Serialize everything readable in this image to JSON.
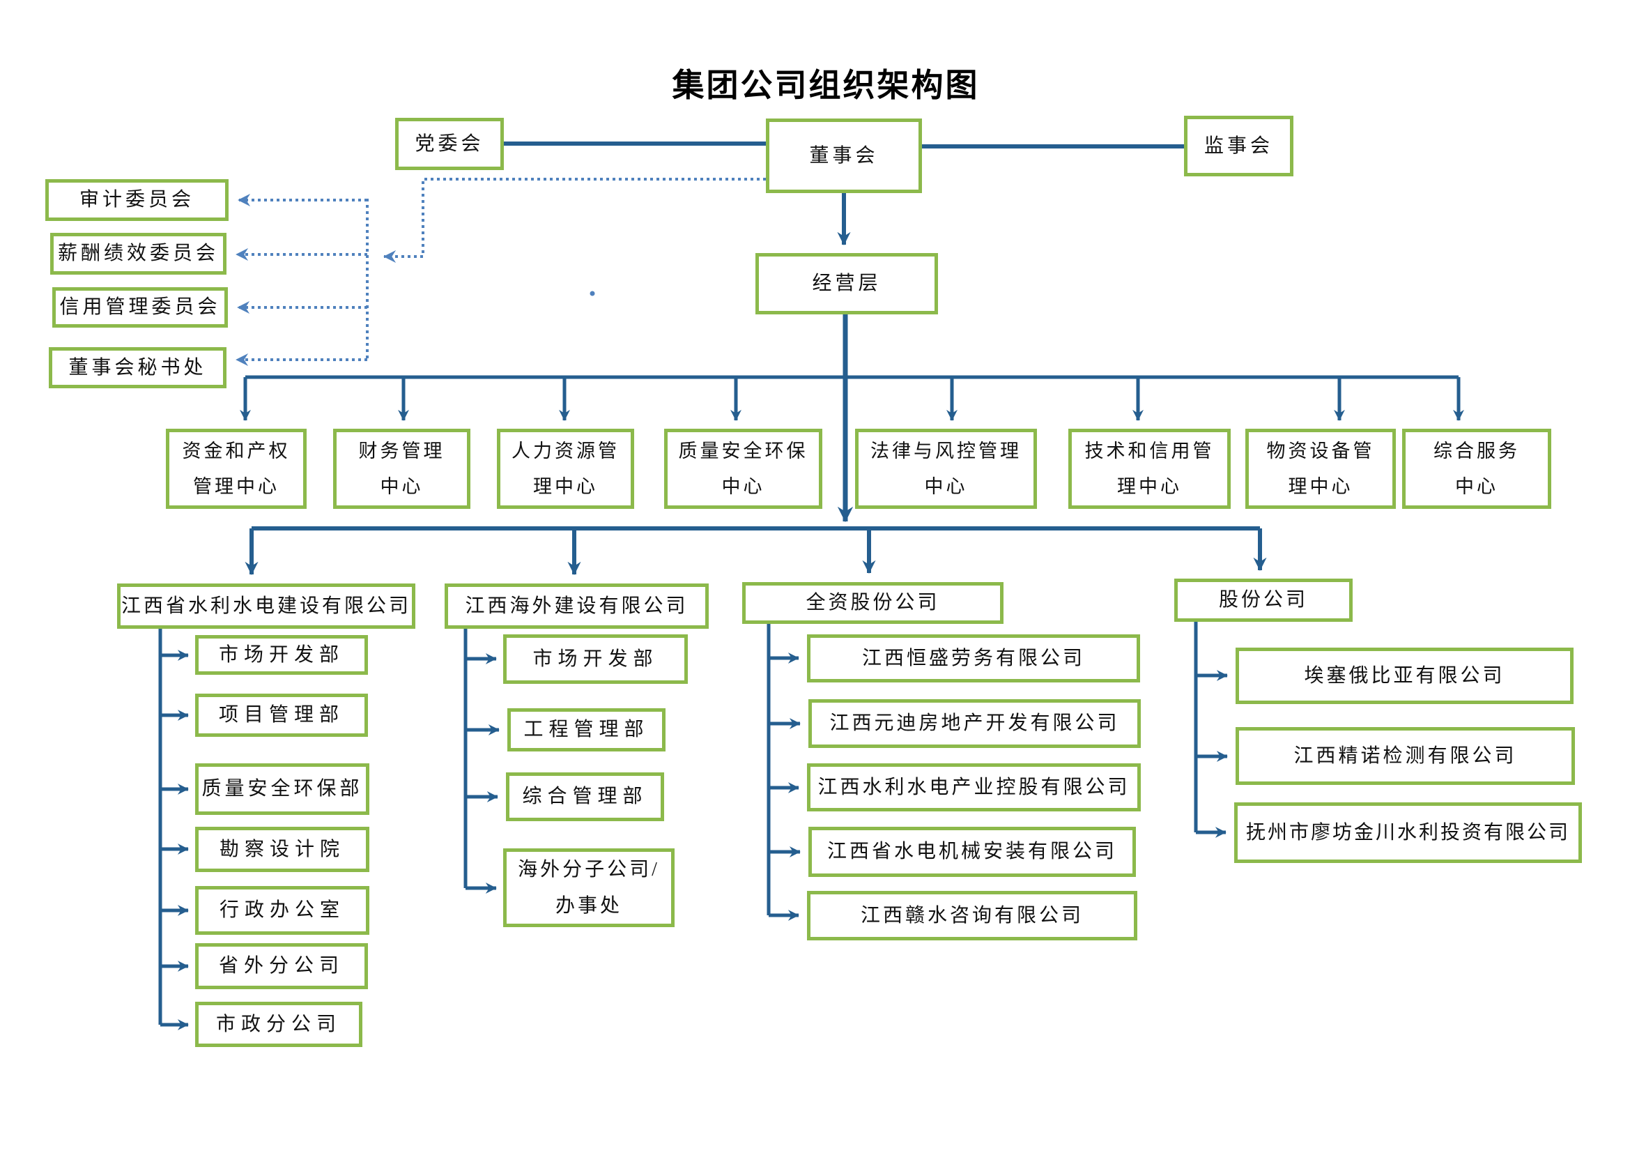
{
  "title": "集团公司组织架构图",
  "colors": {
    "box_border": "#8CB94B",
    "line_solid": "#255E8F",
    "line_dotted": "#4F81BD"
  },
  "top_nodes": {
    "party_committee": "党委会",
    "board": "董事会",
    "supervisory_board": "监事会",
    "management_level": "经营层"
  },
  "board_committees": [
    {
      "label": "审计委员会"
    },
    {
      "label": "薪酬绩效委员会"
    },
    {
      "label": "信用管理委员会"
    },
    {
      "label": "董事会秘书处"
    }
  ],
  "function_centers": [
    {
      "label": "资金和产权管理中心",
      "lines": [
        "资金和产权",
        "管理中心"
      ]
    },
    {
      "label": "财务管理中心",
      "lines": [
        "财务管理",
        "中心"
      ]
    },
    {
      "label": "人力资源管理中心",
      "lines": [
        "人力资源管",
        "理中心"
      ]
    },
    {
      "label": "质量安全环保中心",
      "lines": [
        "质量安全环保",
        "中心"
      ]
    },
    {
      "label": "法律与风控管理中心",
      "lines": [
        "法律与风控管理",
        "中心"
      ]
    },
    {
      "label": "技术和信用管理中心",
      "lines": [
        "技术和信用管",
        "理中心"
      ]
    },
    {
      "label": "物资设备管理中心",
      "lines": [
        "物资设备管",
        "理中心"
      ]
    },
    {
      "label": "综合服务中心",
      "lines": [
        "综合服务",
        "中心"
      ]
    }
  ],
  "subsidiary_groups": [
    {
      "label": "江西省水利水电建设有限公司",
      "children": [
        {
          "label": "市场开发部"
        },
        {
          "label": "项目管理部"
        },
        {
          "label": "质量安全环保部"
        },
        {
          "label": "勘察设计院"
        },
        {
          "label": "行政办公室"
        },
        {
          "label": "省外分公司"
        },
        {
          "label": "市政分公司"
        }
      ]
    },
    {
      "label": "江西海外建设有限公司",
      "children": [
        {
          "label": "市场开发部"
        },
        {
          "label": "工程管理部"
        },
        {
          "label": "综合管理部"
        },
        {
          "label": "海外分子公司/办事处",
          "lines": [
            "海外分子公司/",
            "办事处"
          ]
        }
      ]
    },
    {
      "label": "全资股份公司",
      "children": [
        {
          "label": "江西恒盛劳务有限公司"
        },
        {
          "label": "江西元迪房地产开发有限公司"
        },
        {
          "label": "江西水利水电产业控股有限公司"
        },
        {
          "label": "江西省水电机械安装有限公司"
        },
        {
          "label": "江西赣水咨询有限公司"
        }
      ]
    },
    {
      "label": "股份公司",
      "children": [
        {
          "label": "埃塞俄比亚有限公司"
        },
        {
          "label": "江西精诺检测有限公司"
        },
        {
          "label": "抚州市廖坊金川水利投资有限公司"
        }
      ]
    }
  ]
}
